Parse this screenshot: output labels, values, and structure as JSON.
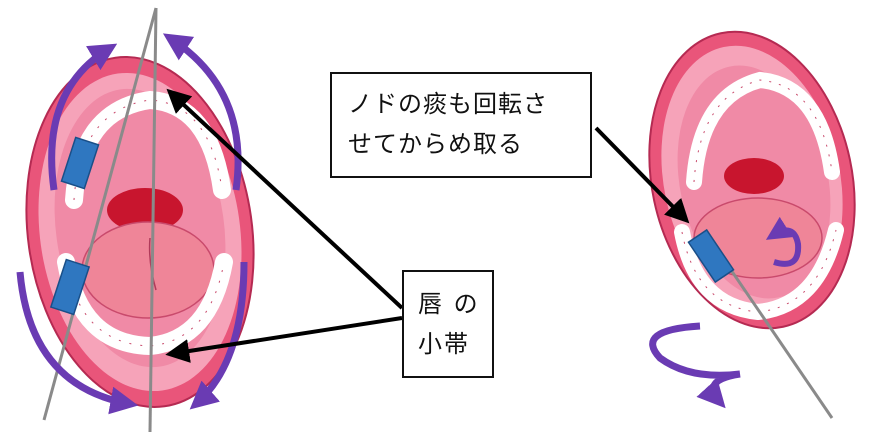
{
  "labels": {
    "throat": {
      "line1": "ノドの痰も回転さ",
      "line2": "せてからめ取る"
    },
    "frenulum": {
      "line1": "唇 の",
      "line2": "小帯"
    }
  },
  "colors": {
    "lips": "#e9557a",
    "lips_light": "#f6a3b9",
    "mouth_interior": "#f08aa6",
    "throat": "#c8152e",
    "tongue": "#ef8598",
    "teeth": "#ffffff",
    "swab": "#2f77c0",
    "rotation_arrow": "#6a3bb3",
    "pointer": "#000000"
  }
}
